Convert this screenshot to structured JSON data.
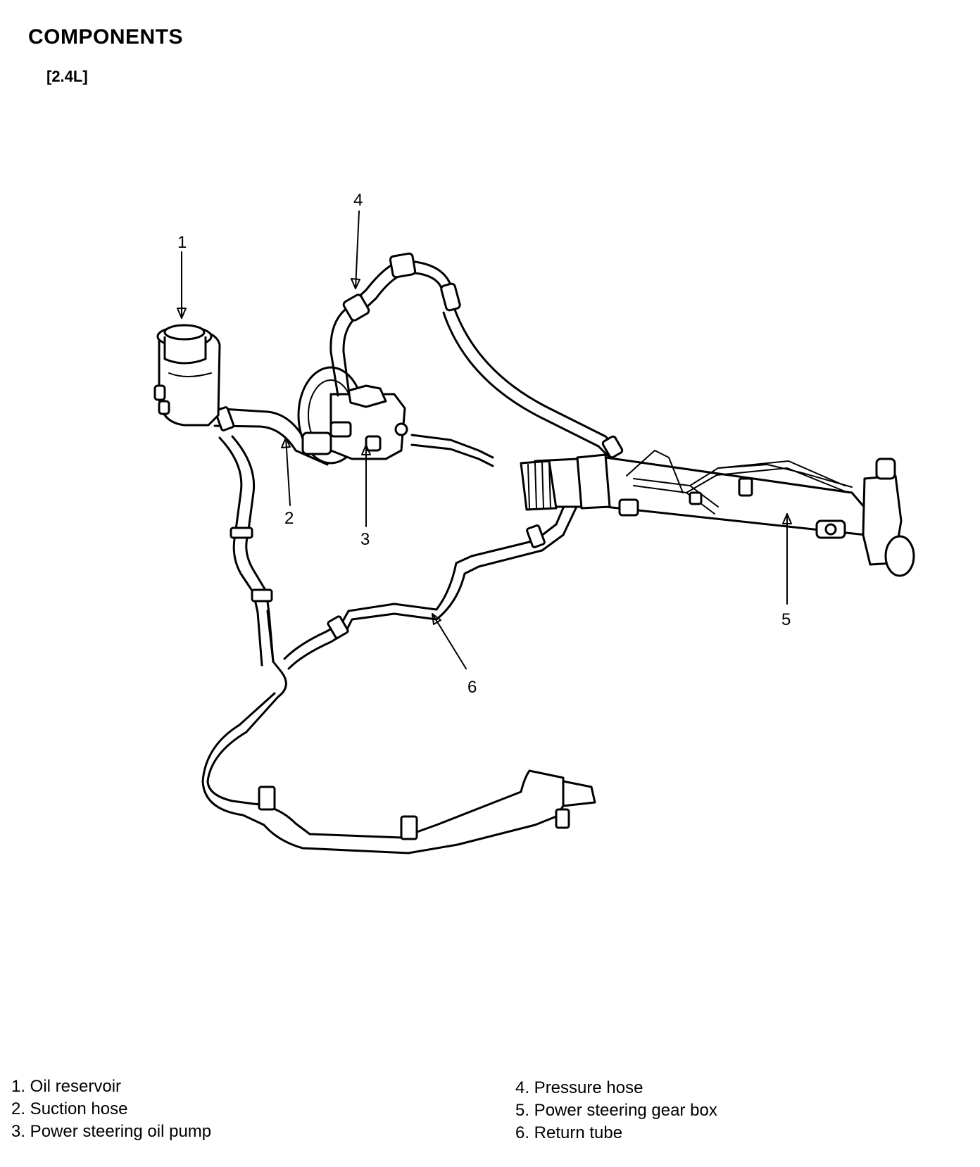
{
  "header": {
    "title": "COMPONENTS",
    "subtitle": "[2.4L]"
  },
  "callouts": [
    "1",
    "2",
    "3",
    "4",
    "5",
    "6"
  ],
  "legend": {
    "left": [
      "1. Oil reservoir",
      "2. Suction hose",
      "3. Power steering oil pump"
    ],
    "right": [
      "4. Pressure hose",
      "5. Power steering gear box",
      "6. Return tube"
    ]
  }
}
